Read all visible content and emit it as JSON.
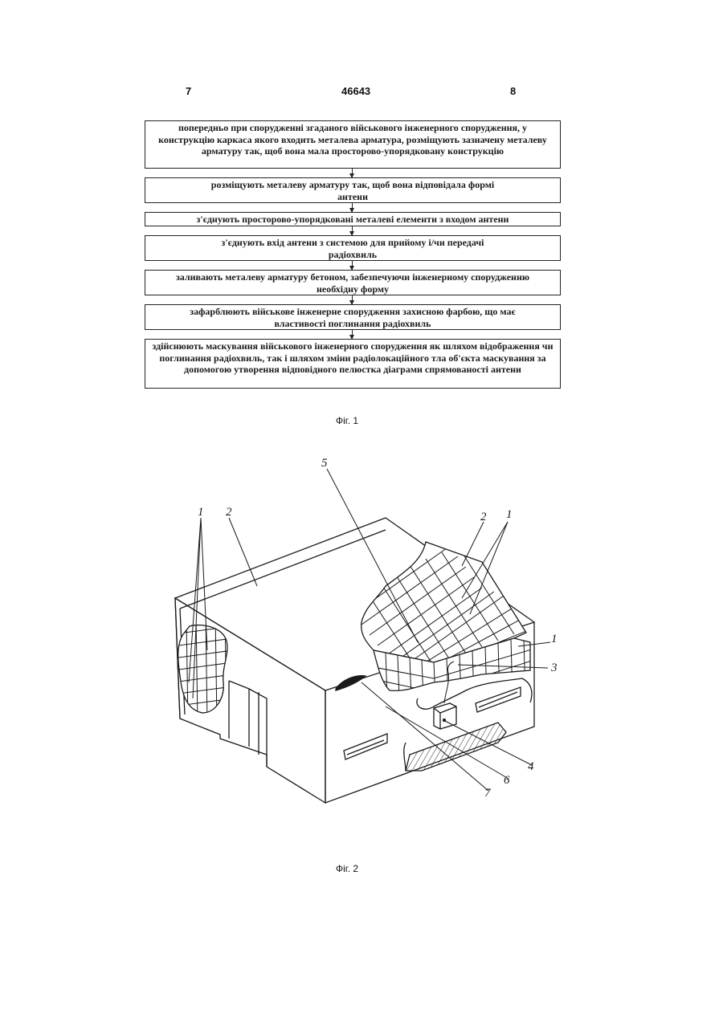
{
  "header": {
    "left_page": "7",
    "patent_number": "46643",
    "right_page": "8"
  },
  "flowchart": {
    "steps": [
      "попередньо при спорудженні згаданого військового інженерного спорудження, у конструкцію каркаса якого входить металева арматура, розміщують зазначену металеву арматуру так, щоб вона мала просторово-упорядковану конструкцію",
      "розміщують металеву арматуру так, щоб вона відповідала формі антени",
      "з'єднують просторово-упорядковані металеві елементи з входом антени",
      "з'єднують вхід антени з системою для прийому і/чи передачі радіохвиль",
      "заливають металеву арматуру бетоном, забезпечуючи інженерному спорудженню необхідну форму",
      "зафарблюють військове інженерне спорудження захисною фарбою, що має властивості поглинання радіохвиль",
      "здійснюють маскування військового інженерного спорудження як шляхом відображення чи поглинання радіохвиль, так і шляхом зміни радіолокаційного тла об'єкта маскування за допомогою утворення відповідного пелюстка діаграми спрямованості антени"
    ]
  },
  "figure1": {
    "caption": "Фіг. 1"
  },
  "figure2": {
    "caption": "Фіг. 2",
    "labels": {
      "l1_left": "1",
      "l2_left": "2",
      "l5": "5",
      "l2_right": "2",
      "l1_right": "1",
      "l1_side": "1",
      "l3": "3",
      "l4": "4",
      "l6": "6",
      "l7": "7"
    }
  }
}
